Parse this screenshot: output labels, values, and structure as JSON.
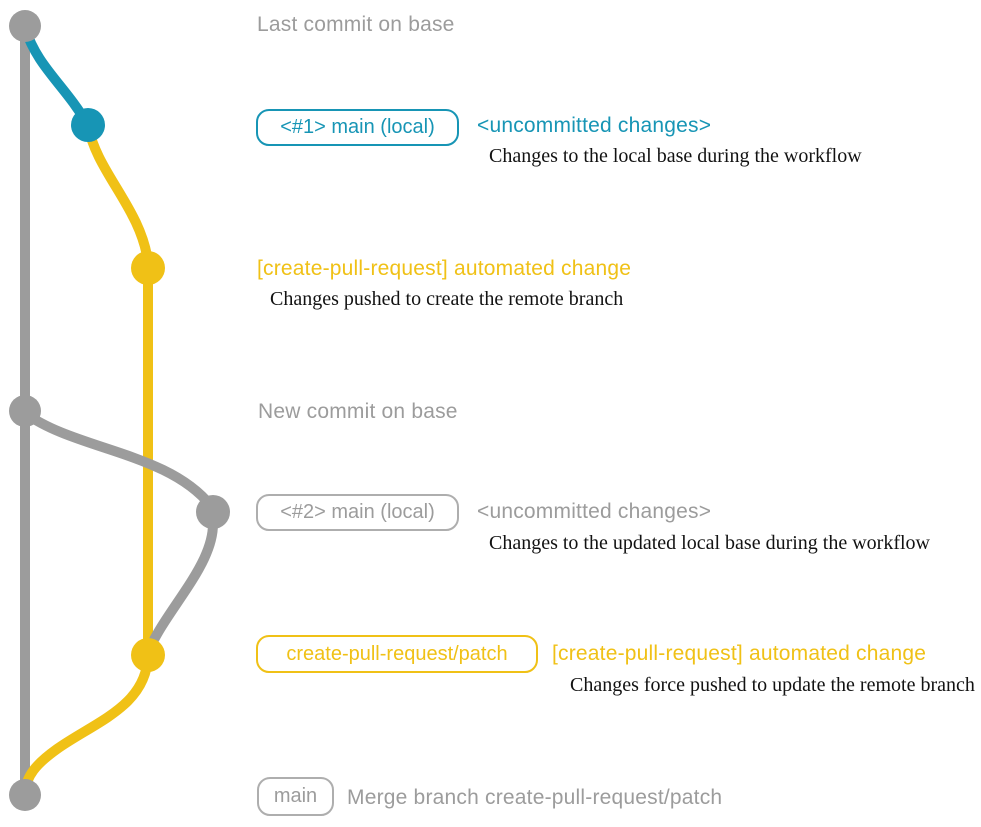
{
  "colors": {
    "gray": "#9C9C9C",
    "teal": "#1795B5",
    "yellow": "#F0C116",
    "caption": "#121212",
    "border-gray": "#AEAEAE"
  },
  "graph": {
    "type": "git-branch-diagram",
    "branches": [
      {
        "name": "base",
        "color": "gray"
      },
      {
        "name": "local-uncommitted-changes",
        "color": "teal"
      },
      {
        "name": "create-pull-request/patch",
        "color": "yellow"
      }
    ],
    "commits": [
      {
        "id": "last-commit-on-base",
        "color": "gray"
      },
      {
        "id": "local-change-1",
        "color": "teal"
      },
      {
        "id": "automated-change-1",
        "color": "yellow"
      },
      {
        "id": "new-commit-on-base",
        "color": "gray"
      },
      {
        "id": "local-change-2",
        "color": "gray"
      },
      {
        "id": "automated-change-2",
        "color": "yellow"
      },
      {
        "id": "merge-commit",
        "color": "gray"
      }
    ]
  },
  "annotations": {
    "last_commit": "Last commit on base",
    "row1": {
      "badge": "<#1> main (local)",
      "heading": "<uncommitted changes>",
      "caption": "Changes to the local base during the workflow"
    },
    "row2": {
      "heading": "[create-pull-request] automated change",
      "caption": "Changes pushed to create the remote branch"
    },
    "new_commit": "New commit on base",
    "row3": {
      "badge": "<#2> main (local)",
      "heading": "<uncommitted changes>",
      "caption": "Changes to the updated local base during the workflow"
    },
    "row4": {
      "badge": "create-pull-request/patch",
      "heading": "[create-pull-request] automated change",
      "caption": "Changes force pushed to update the remote branch"
    },
    "row5": {
      "badge": "main",
      "heading": "Merge branch create-pull-request/patch"
    }
  }
}
